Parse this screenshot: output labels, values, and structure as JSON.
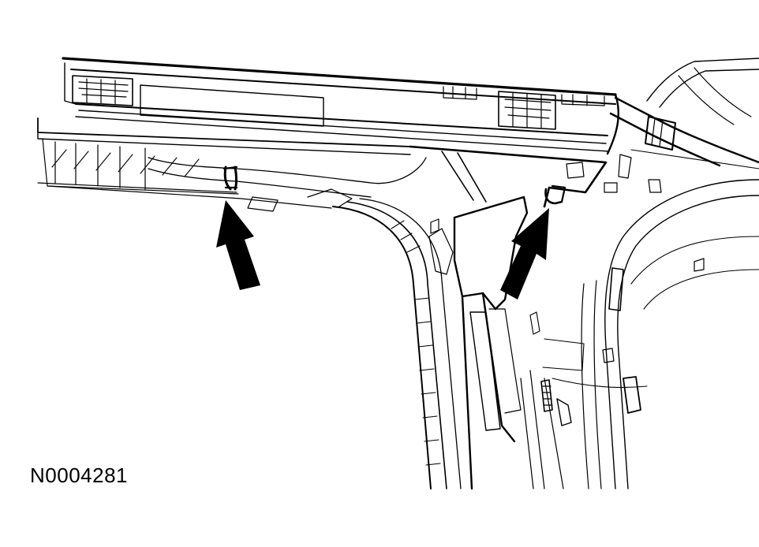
{
  "figure": {
    "id_label": "N0004281"
  },
  "colors": {
    "ink": "#000000",
    "paper": "#ffffff"
  },
  "callouts": [
    {
      "icon": "arrow-icon",
      "points_to": "left-retaining-clip"
    },
    {
      "icon": "arrow-icon",
      "points_to": "right-retaining-clip"
    }
  ]
}
